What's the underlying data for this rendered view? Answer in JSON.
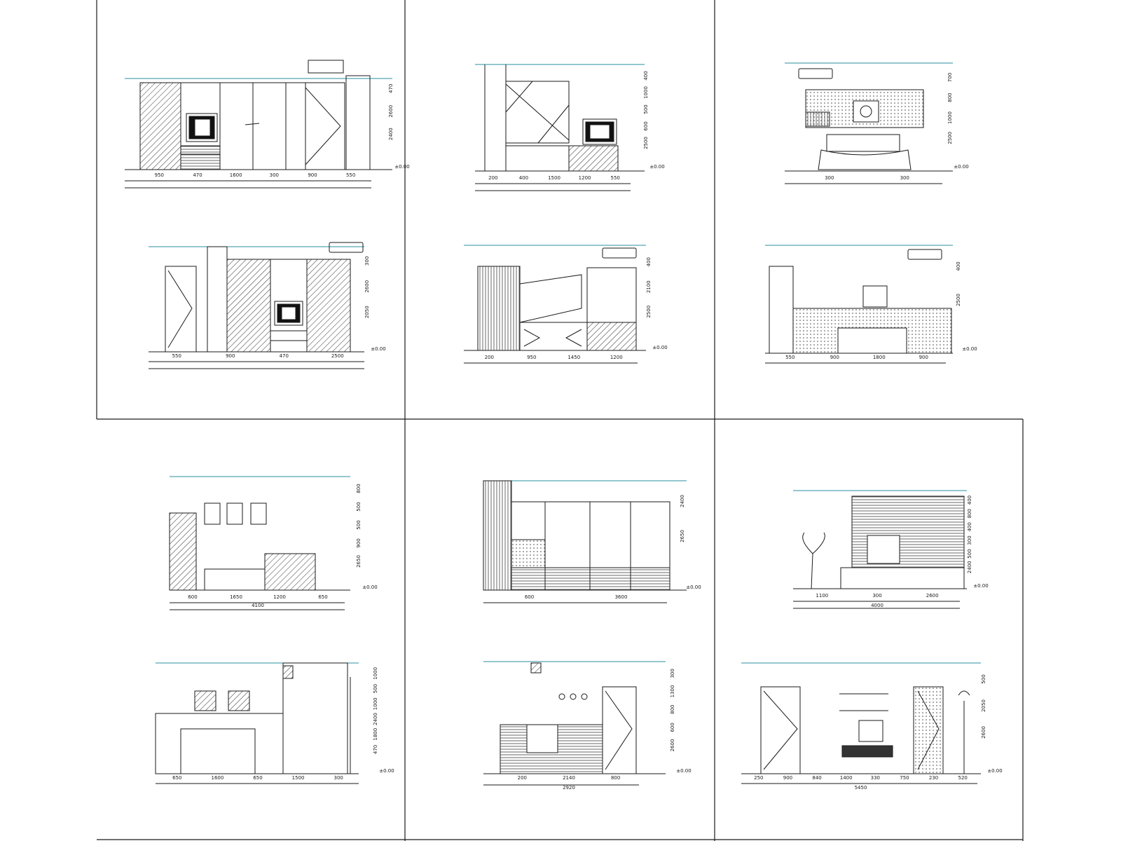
{
  "sheet": {
    "colors": {
      "line": "#1a1a1a",
      "cyan": "#2a8f9f",
      "hatch": "#333333"
    },
    "panels": [
      {
        "id": "p1",
        "name": "elevation-living-tv",
        "dims": [
          "950",
          "470",
          "1600",
          "300",
          "900",
          "550"
        ],
        "levels": [
          "470",
          "2600",
          "2400",
          "±0.00"
        ]
      },
      {
        "id": "p2",
        "name": "elevation-study",
        "dims": [
          "200",
          "400",
          "1500",
          "1200",
          "550"
        ],
        "levels": [
          "400",
          "1000",
          "500",
          "600",
          "2500",
          "±0.00"
        ]
      },
      {
        "id": "p3",
        "name": "elevation-master-bed",
        "dims": [
          "300",
          "300"
        ],
        "levels": [
          "700",
          "800",
          "1000",
          "2500",
          "±0.00"
        ]
      },
      {
        "id": "p4",
        "name": "elevation-entry-cabinet",
        "dims": [
          "550",
          "900",
          "470",
          "2500"
        ],
        "levels": [
          "300",
          "2600",
          "2050",
          "±0.00"
        ]
      },
      {
        "id": "p5",
        "name": "elevation-kids-room",
        "dims": [
          "200",
          "950",
          "1450",
          "1200"
        ],
        "levels": [
          "400",
          "2100",
          "2500",
          "±0.00"
        ]
      },
      {
        "id": "p6",
        "name": "elevation-desk-wall",
        "dims": [
          "550",
          "900",
          "1800",
          "900"
        ],
        "levels": [
          "400",
          "2500",
          "±0.00"
        ]
      },
      {
        "id": "p7",
        "name": "elevation-dining",
        "dims": [
          "600",
          "1650",
          "1200",
          "650"
        ],
        "total": "4100",
        "levels": [
          "800",
          "500",
          "500",
          "900",
          "2650",
          "±0.00"
        ]
      },
      {
        "id": "p8",
        "name": "elevation-wardrobe",
        "dims": [
          "600",
          "3600"
        ],
        "levels": [
          "2400",
          "2650",
          "±0.00"
        ]
      },
      {
        "id": "p9",
        "name": "elevation-living-bg",
        "dims": [
          "1100",
          "300",
          "2600"
        ],
        "total": "4000",
        "levels": [
          "400",
          "800",
          "400",
          "300",
          "500",
          "2400",
          "±0.00"
        ]
      },
      {
        "id": "p10",
        "name": "elevation-bed-wall",
        "dims": [
          "650",
          "1600",
          "650",
          "1500",
          "300"
        ],
        "levels": [
          "1000",
          "500",
          "1000",
          "2400",
          "1800",
          "470",
          "±0.00"
        ]
      },
      {
        "id": "p11",
        "name": "elevation-corridor",
        "dims": [
          "200",
          "2140",
          "800"
        ],
        "total": "2920",
        "levels": [
          "300",
          "1300",
          "800",
          "600",
          "2600",
          "±0.00"
        ]
      },
      {
        "id": "p12",
        "name": "elevation-study-wall",
        "dims": [
          "250",
          "900",
          "840",
          "1400",
          "330",
          "750",
          "230",
          "520"
        ],
        "total": "5450",
        "levels": [
          "500",
          "2050",
          "2600",
          "±0.00"
        ]
      }
    ]
  }
}
